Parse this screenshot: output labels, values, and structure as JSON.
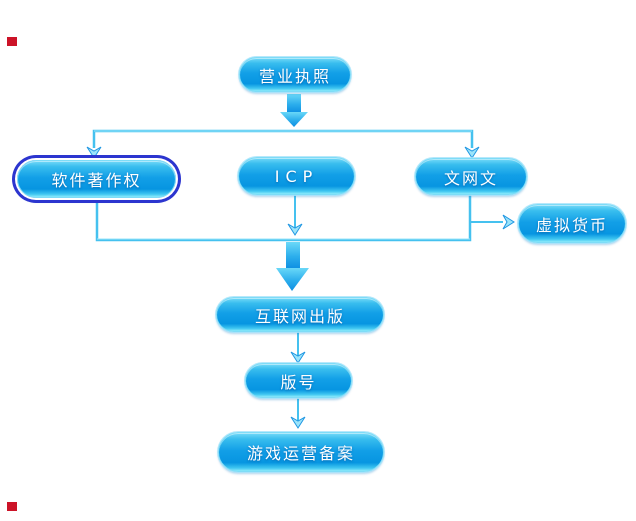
{
  "diagram": {
    "type": "flowchart",
    "language": "zh-CN",
    "nodes": {
      "business_license": {
        "label": "营业执照"
      },
      "software_copyright": {
        "label": "软件著作权"
      },
      "icp": {
        "label": "ICP"
      },
      "culture_network": {
        "label": "文网文"
      },
      "virtual_currency": {
        "label": "虚拟货币"
      },
      "internet_publishing": {
        "label": "互联网出版"
      },
      "publication_number": {
        "label": "版号"
      },
      "game_operation_filing": {
        "label": "游戏运营备案"
      }
    },
    "edges": [
      {
        "from": "营业执照",
        "to": "软件著作权"
      },
      {
        "from": "营业执照",
        "to": "ICP"
      },
      {
        "from": "营业执照",
        "to": "文网文"
      },
      {
        "from": "文网文",
        "to": "虚拟货币"
      },
      {
        "from": "软件著作权",
        "to": "互联网出版"
      },
      {
        "from": "ICP",
        "to": "互联网出版"
      },
      {
        "from": "文网文",
        "to": "互联网出版"
      },
      {
        "from": "互联网出版",
        "to": "版号"
      },
      {
        "from": "版号",
        "to": "游戏运营备案"
      }
    ],
    "colors": {
      "node_fill": "#0a99e4",
      "node_gloss": "#74daf8",
      "node_ring": "#2c35cf",
      "connector": "#45c1ef",
      "corner_mark": "#cc1328"
    }
  }
}
